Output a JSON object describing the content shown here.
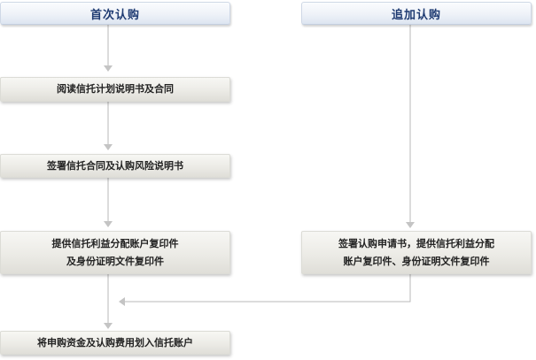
{
  "headers": {
    "first": "首次认购",
    "additional": "追加认购"
  },
  "steps": {
    "read_docs": "阅读信托计划说明书及合同",
    "sign_contract": "签署信托合同及认购风险说明书",
    "provide_copies": [
      "提供信托利益分配账户复印件",
      "及身份证明文件复印件"
    ],
    "sign_application": [
      "签署认购申请书，提供信托利益分配",
      "账户复印件、身份证明文件复印件"
    ],
    "transfer_funds": "将申购资金及认购费用划入信托账户"
  },
  "colors": {
    "header_text": "#1f3b72",
    "connector": "#b7b7b7"
  }
}
